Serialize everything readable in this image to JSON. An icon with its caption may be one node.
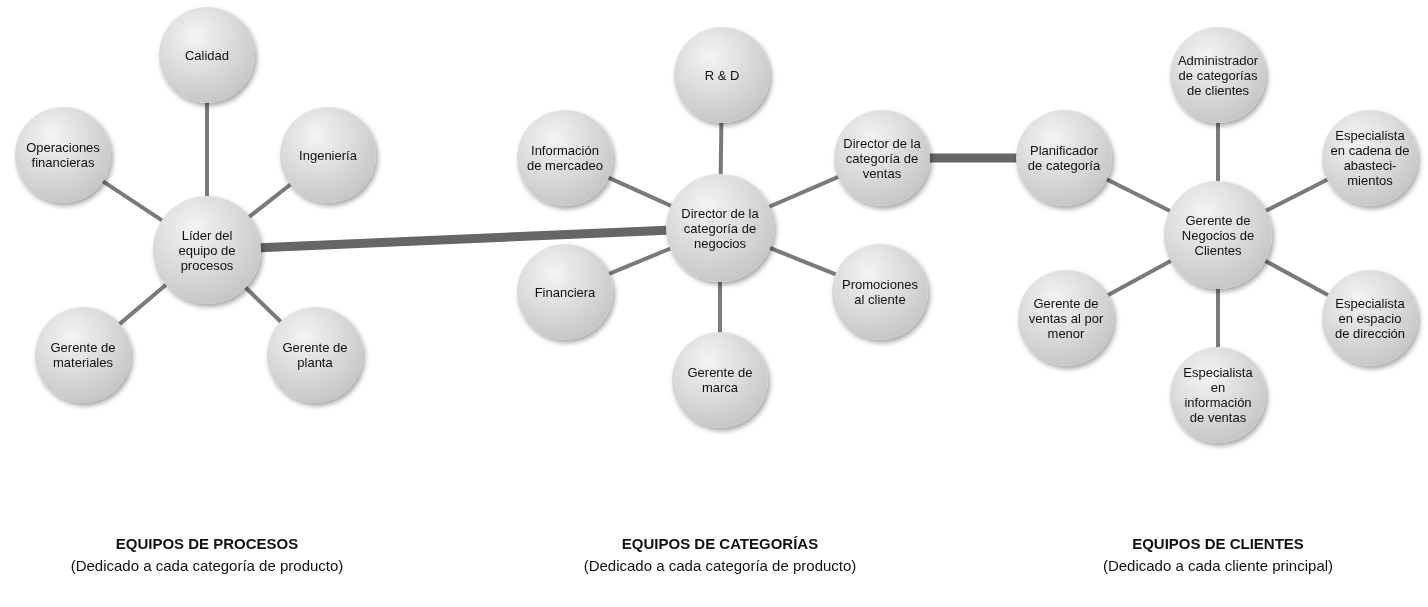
{
  "diagram": {
    "nodes": [
      {
        "text": [
          "Calidad"
        ]
      },
      {
        "text": [
          "Operaciones financieras"
        ]
      },
      {
        "text": [
          "Ingeniería"
        ]
      },
      {
        "text": [
          "Líder del equipo de procesos"
        ]
      },
      {
        "text": [
          "Gerente de materiales"
        ]
      },
      {
        "text": [
          "Gerente de planta"
        ]
      },
      {
        "text": [
          "R & D"
        ]
      },
      {
        "text": [
          "Información de mercadeo"
        ]
      },
      {
        "text": [
          "Director de la categoría de ventas"
        ]
      },
      {
        "text": [
          "Director de la categoría de negocios"
        ]
      },
      {
        "text": [
          "Financiera"
        ]
      },
      {
        "text": [
          "Promociones al cliente"
        ]
      },
      {
        "text": [
          "Gerente de marca"
        ]
      },
      {
        "text": [
          "Administrador de categorías de clientes"
        ]
      },
      {
        "text": [
          "Planificador de categoría"
        ]
      },
      {
        "text": [
          "Especialista en cadena de abasteci- mientos"
        ]
      },
      {
        "text": [
          "Gerente de Negocios de Clientes"
        ]
      },
      {
        "text": [
          "Gerente de ventas al por menor"
        ]
      },
      {
        "text": [
          "Especialista en espacio de dirección"
        ]
      },
      {
        "text": [
          "Especialista en información de ventas"
        ]
      }
    ],
    "edges": [
      {
        "from": 3,
        "to": 0,
        "arrow": "none"
      },
      {
        "from": 3,
        "to": 1,
        "arrow": "none"
      },
      {
        "from": 3,
        "to": 2,
        "arrow": "none"
      },
      {
        "from": 3,
        "to": 4,
        "arrow": "none"
      },
      {
        "from": 3,
        "to": 5,
        "arrow": "none"
      },
      {
        "from": 9,
        "to": 6,
        "arrow": "none"
      },
      {
        "from": 9,
        "to": 7,
        "arrow": "none"
      },
      {
        "from": 9,
        "to": 8,
        "arrow": "none"
      },
      {
        "from": 9,
        "to": 10,
        "arrow": "none"
      },
      {
        "from": 9,
        "to": 11,
        "arrow": "none"
      },
      {
        "from": 9,
        "to": 12,
        "arrow": "none"
      },
      {
        "from": 16,
        "to": 13,
        "arrow": "none"
      },
      {
        "from": 16,
        "to": 14,
        "arrow": "none"
      },
      {
        "from": 16,
        "to": 15,
        "arrow": "none"
      },
      {
        "from": 16,
        "to": 17,
        "arrow": "none"
      },
      {
        "from": 16,
        "to": 18,
        "arrow": "none"
      },
      {
        "from": 16,
        "to": 19,
        "arrow": "none"
      },
      {
        "from": 3,
        "to": 9,
        "arrow": "none",
        "style": "thick"
      },
      {
        "from": 8,
        "to": 14,
        "arrow": "none",
        "style": "thick"
      }
    ],
    "labels": [
      "EQUIPOS DE PROCESOS",
      "(Dedicado a cada categoría de producto)",
      "EQUIPOS DE CATEGORÍAS",
      "(Dedicado a cada categoría de producto)",
      "EQUIPOS DE CLIENTES",
      "(Dedicado a cada cliente principal)"
    ]
  }
}
